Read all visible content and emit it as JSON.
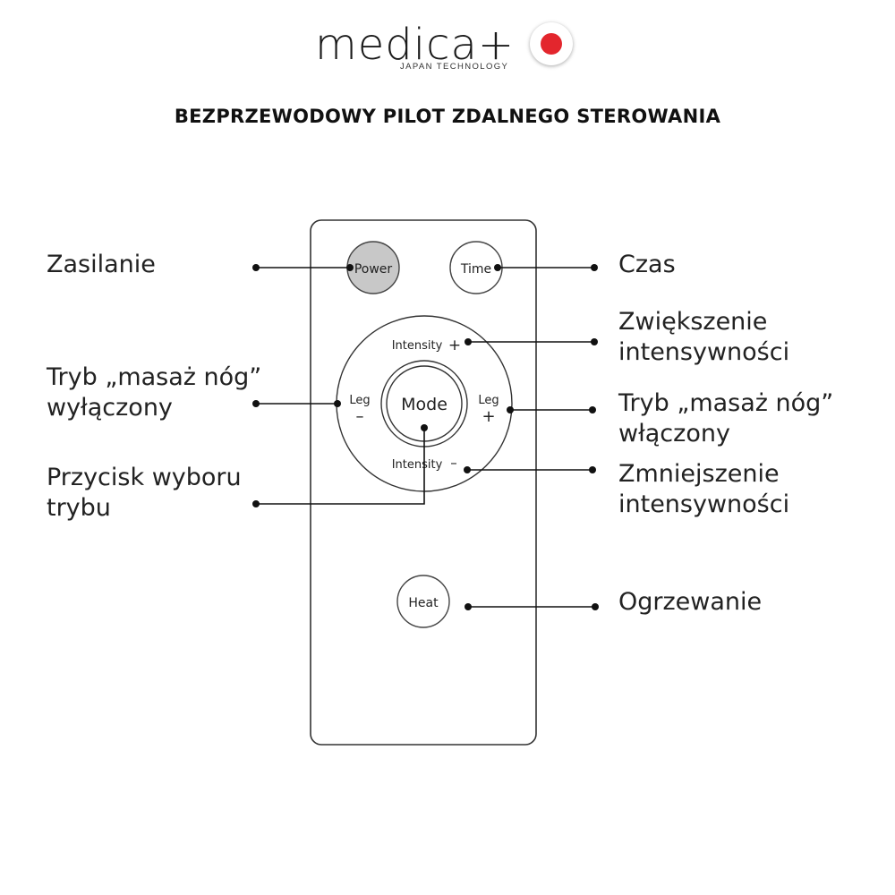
{
  "brand": {
    "name": "medica+",
    "tagline": "JAPAN TECHNOLOGY",
    "dot_color": "#e3262d"
  },
  "title": "BEZPRZEWODOWY PILOT ZDALNEGO STEROWANIA",
  "remote": {
    "power": "Power",
    "time": "Time",
    "intensity_plus": "Intensity",
    "intensity_minus": "Intensity",
    "plus_sign": "+",
    "minus_sign": "–",
    "leg_left": "Leg",
    "leg_right": "Leg",
    "mode": "Mode",
    "heat": "Heat",
    "power_color": "#c8c8c8"
  },
  "labels": {
    "power": [
      "Zasilanie"
    ],
    "time": [
      "Czas"
    ],
    "intensity_up": [
      "Zwiększenie",
      "intensywności"
    ],
    "leg_off": [
      "Tryb „masaż nóg”",
      "wyłączony"
    ],
    "leg_on": [
      "Tryb „masaż nóg”",
      "włączony"
    ],
    "mode": [
      "Przycisk wyboru",
      "trybu"
    ],
    "intensity_down": [
      "Zmniejszenie",
      "intensywności"
    ],
    "heat": [
      "Ogrzewanie"
    ]
  }
}
